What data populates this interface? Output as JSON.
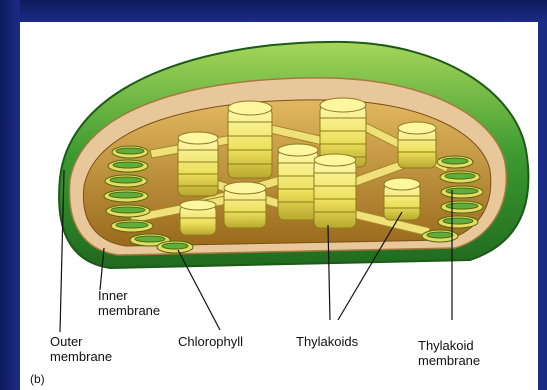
{
  "labels": {
    "inner_line1": "Inner",
    "inner_line2": "membrane",
    "outer_line1": "Outer",
    "outer_line2": "membrane",
    "chlorophyll": "Chlorophyll",
    "thylakoids": "Thylakoids",
    "thylakoid_membrane_line1": "Thylakoid",
    "thylakoid_membrane_line2": "membrane",
    "panel": "(b)"
  },
  "colors": {
    "slide_background": "#1b2b86",
    "outer_membrane": "#2e8a2a",
    "stroma": "#c8962e",
    "thylakoid_yellow": "#f1e66a",
    "chlorophyll_green": "#5fae3b"
  }
}
